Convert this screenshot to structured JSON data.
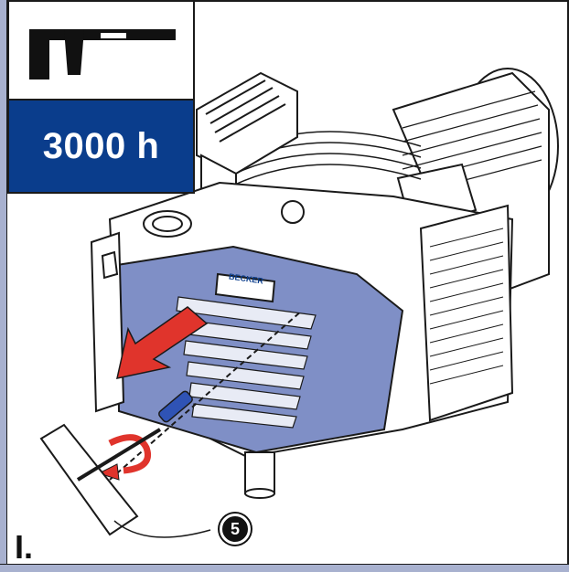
{
  "panel": {
    "interval_text": "3000 h",
    "step_label": "I.",
    "callout_number": "5",
    "brand_label": "BECKER"
  },
  "colors": {
    "accent_blue": "#0a3d8c",
    "rail": "#a8b1cf",
    "pump_blue": "#7f8fc6",
    "arrow_red": "#e0342c"
  },
  "icons": {
    "tool": "caliper-icon",
    "callout": "numbered-circle-icon"
  }
}
